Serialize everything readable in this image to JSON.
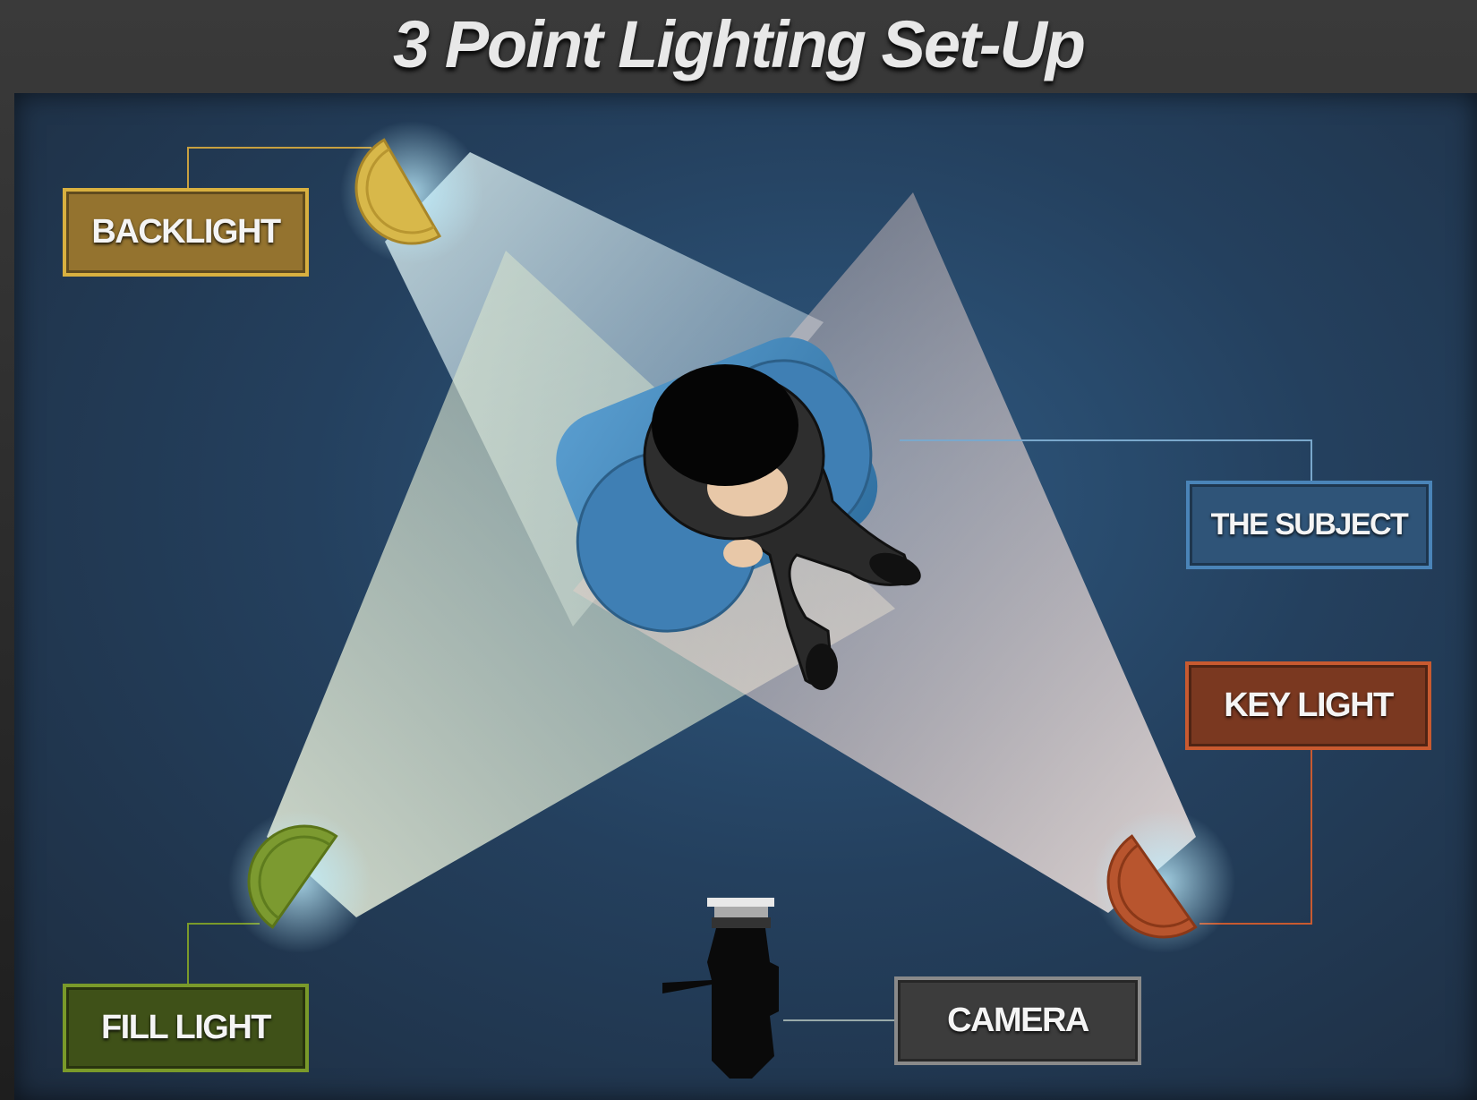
{
  "title": "3 Point Lighting Set-Up",
  "labels": {
    "backlight": "BACKLIGHT",
    "fill_light": "FILL LIGHT",
    "subject": "THE SUBJECT",
    "key_light": "KEY LIGHT",
    "camera": "CAMERA"
  },
  "colors": {
    "backlight": "#d8b040",
    "fill_light": "#7a9a2a",
    "key_light": "#c85a30",
    "subject": "#4a84b8",
    "camera": "#8a8a8a"
  }
}
